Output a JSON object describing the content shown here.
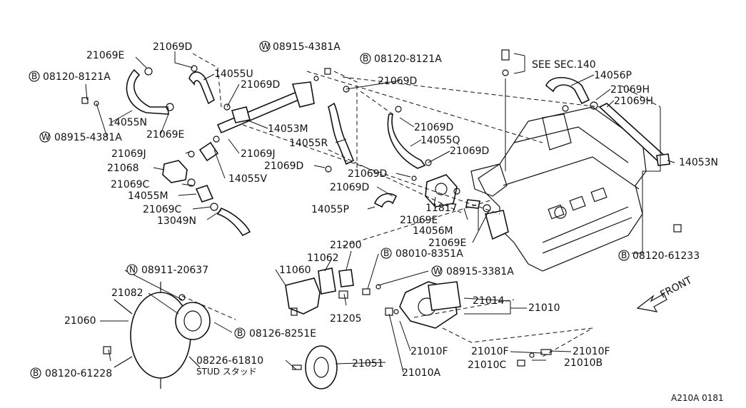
{
  "callouts": [
    {
      "id": "c1",
      "text": "21069D"
    },
    {
      "id": "c2",
      "text": "08915-4381A",
      "prefix": "W"
    },
    {
      "id": "c3",
      "text": "08120-8121A",
      "prefix": "B"
    },
    {
      "id": "c4",
      "text": "21069E"
    },
    {
      "id": "c5",
      "text": "14055U"
    },
    {
      "id": "c6",
      "text": "08120-8121A",
      "prefix": "B"
    },
    {
      "id": "c7",
      "text": "21069D"
    },
    {
      "id": "c8",
      "text": "14055N"
    },
    {
      "id": "c9",
      "text": "21069E"
    },
    {
      "id": "c10",
      "text": "08915-4381A",
      "prefix": "W"
    },
    {
      "id": "c11",
      "text": "14053M"
    },
    {
      "id": "c12",
      "text": "14055R"
    },
    {
      "id": "c13",
      "text": "21069J"
    },
    {
      "id": "c14",
      "text": "21069J"
    },
    {
      "id": "c15",
      "text": "21068"
    },
    {
      "id": "c16",
      "text": "21069D"
    },
    {
      "id": "c17",
      "text": "14055V"
    },
    {
      "id": "c18",
      "text": "21069C"
    },
    {
      "id": "c19",
      "text": "14055M"
    },
    {
      "id": "c20",
      "text": "21069C"
    },
    {
      "id": "c21",
      "text": "13049N"
    },
    {
      "id": "c22",
      "text": "21069D"
    },
    {
      "id": "c23",
      "text": "21069D"
    },
    {
      "id": "c24",
      "text": "14055Q"
    },
    {
      "id": "c25",
      "text": "21069D"
    },
    {
      "id": "c26",
      "text": "21069D"
    },
    {
      "id": "c27",
      "text": "21069D"
    },
    {
      "id": "c28",
      "text": "14055P"
    },
    {
      "id": "c29",
      "text": "11817"
    },
    {
      "id": "c30",
      "text": "21069E"
    },
    {
      "id": "c31",
      "text": "14056M"
    },
    {
      "id": "c32",
      "text": "21069E"
    },
    {
      "id": "c33",
      "text": "SEE SEC.140"
    },
    {
      "id": "c34",
      "text": "14056P"
    },
    {
      "id": "c35",
      "text": "21069H"
    },
    {
      "id": "c36",
      "text": "21069H"
    },
    {
      "id": "c37",
      "text": "14053N"
    },
    {
      "id": "c38",
      "text": "08120-61233",
      "prefix": "B"
    },
    {
      "id": "c39",
      "text": "21200"
    },
    {
      "id": "c40",
      "text": "08010-8351A",
      "prefix": "B"
    },
    {
      "id": "c41",
      "text": "11062"
    },
    {
      "id": "c42",
      "text": "08915-3381A",
      "prefix": "W"
    },
    {
      "id": "c43",
      "text": "11060"
    },
    {
      "id": "c44",
      "text": "21205"
    },
    {
      "id": "c45",
      "text": "21014"
    },
    {
      "id": "c46",
      "text": "21010"
    },
    {
      "id": "c47",
      "text": "08911-20637",
      "prefix": "N"
    },
    {
      "id": "c48",
      "text": "21082"
    },
    {
      "id": "c49",
      "text": "21060"
    },
    {
      "id": "c50",
      "text": "08126-8251E",
      "prefix": "B"
    },
    {
      "id": "c51",
      "text": "21010F"
    },
    {
      "id": "c52",
      "text": "21010F"
    },
    {
      "id": "c53",
      "text": "21010F"
    },
    {
      "id": "c54",
      "text": "08226-61810"
    },
    {
      "id": "c55",
      "text": "STUD スタッド"
    },
    {
      "id": "c56",
      "text": "21051"
    },
    {
      "id": "c57",
      "text": "21010A"
    },
    {
      "id": "c58",
      "text": "21010C"
    },
    {
      "id": "c59",
      "text": "21010B"
    },
    {
      "id": "c60",
      "text": "08120-61228",
      "prefix": "B"
    },
    {
      "id": "c61",
      "text": "FRONT"
    },
    {
      "id": "c62",
      "text": "A210A 0181"
    }
  ]
}
